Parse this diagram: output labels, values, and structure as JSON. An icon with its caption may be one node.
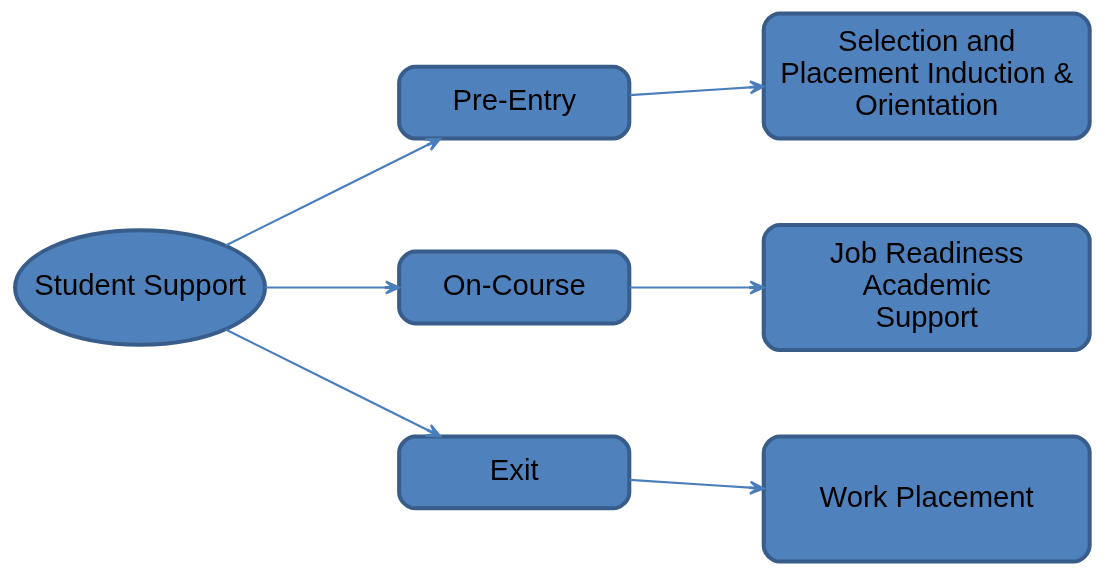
{
  "diagram": {
    "nodes": [
      {
        "text": [
          "Student Support"
        ]
      },
      {
        "text": [
          "Pre-Entry"
        ]
      },
      {
        "text": [
          "On-Course"
        ]
      },
      {
        "text": [
          "Exit"
        ]
      },
      {
        "text": [
          "Selection and Placement Induction & Orientation"
        ]
      },
      {
        "text": [
          "Job Readiness",
          "Academic Support"
        ]
      },
      {
        "text": [
          "Work Placement"
        ]
      }
    ],
    "edges": [
      {
        "from": 0,
        "to": 1,
        "arrow": "to"
      },
      {
        "from": 0,
        "to": 2,
        "arrow": "to"
      },
      {
        "from": 0,
        "to": 3,
        "arrow": "to"
      },
      {
        "from": 1,
        "to": 4,
        "arrow": "to"
      },
      {
        "from": 2,
        "to": 5,
        "arrow": "to"
      },
      {
        "from": 3,
        "to": 6,
        "arrow": "to"
      }
    ]
  }
}
